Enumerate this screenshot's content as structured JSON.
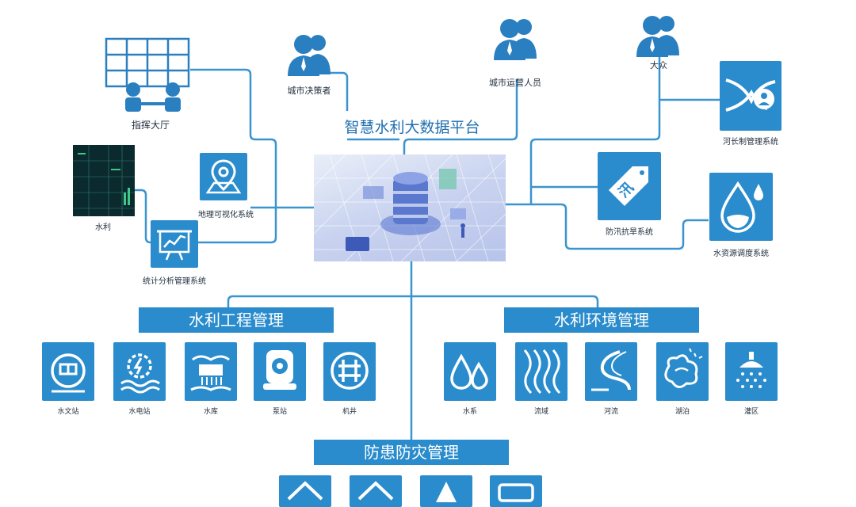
{
  "platform": {
    "title": "智慧水利大数据平台"
  },
  "people": [
    {
      "label": "城市决策者",
      "icon": "people-icon"
    },
    {
      "label": "城市运营人员",
      "icon": "people-icon"
    },
    {
      "label": "大众",
      "icon": "people-icon"
    }
  ],
  "left_nodes": {
    "command_hall": "指挥大厅",
    "water_screen": "水利",
    "gis": "地理可视化系统",
    "stats": "统计分析管理系统"
  },
  "right_nodes": {
    "river_chief": "河长制管理系统",
    "flood": "防汛抗旱系统",
    "flood_tag": "汛",
    "water_resource": "水资源调度系统"
  },
  "sections": {
    "engineering": {
      "title": "水利工程管理",
      "items": [
        {
          "label": "水文站",
          "icon": "hydrology-station-icon"
        },
        {
          "label": "水电站",
          "icon": "hydropower-station-icon"
        },
        {
          "label": "水库",
          "icon": "reservoir-icon"
        },
        {
          "label": "泵站",
          "icon": "pump-station-icon"
        },
        {
          "label": "机井",
          "icon": "well-icon"
        }
      ]
    },
    "environment": {
      "title": "水利环境管理",
      "items": [
        {
          "label": "水系",
          "icon": "water-drops-icon"
        },
        {
          "label": "流域",
          "icon": "basin-icon"
        },
        {
          "label": "河流",
          "icon": "river-icon"
        },
        {
          "label": "湖泊",
          "icon": "lake-icon"
        },
        {
          "label": "灌区",
          "icon": "irrigation-icon"
        }
      ]
    },
    "disaster": {
      "title": "防患防灾管理"
    }
  },
  "colors": {
    "accent": "#2a8ccc",
    "line": "#3a94cf",
    "title": "#1f6fb0"
  }
}
